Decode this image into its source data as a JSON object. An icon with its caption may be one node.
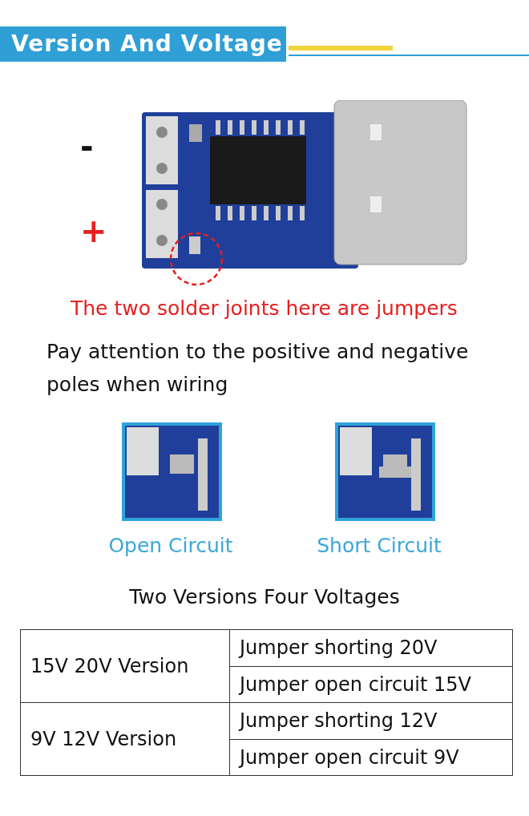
{
  "diagram": {
    "title": "Version And Voltage",
    "labels": [
      "-",
      "+",
      "The two solder joints here are jumpers",
      "Pay attention to the positive and negative poles when wiring",
      "Open Circuit",
      "Short Circuit",
      "Two Versions Four Voltages",
      "15V 20V Version",
      "Jumper shorting 20V",
      "Jumper open circuit 15V",
      "9V 12V Version",
      "Jumper shorting 12V",
      "Jumper open circuit 9V"
    ]
  }
}
